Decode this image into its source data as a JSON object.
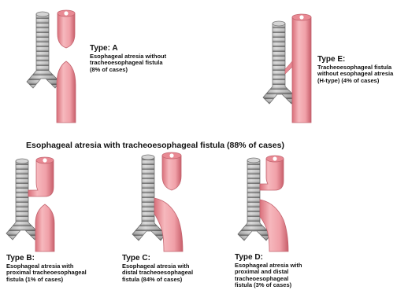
{
  "header": "Esophageal atresia with tracheoesophageal fistula (88% of cases)",
  "types": {
    "a": {
      "title": "Type: A",
      "desc": "Esophageal atresia without\ntracheoesophageal fistula\n(8% of cases)"
    },
    "e": {
      "title": "Type E:",
      "desc": "Tracheoesophageal fistula\nwithout esophageal atresia\n(H-type) (4% of cases)"
    },
    "b": {
      "title": "Type B:",
      "desc": "Esophageal atresia with\nproximal tracheoesophageal\nfistula (1% of cases)"
    },
    "c": {
      "title": "Type C:",
      "desc": "Esophageal atresia with\ndistal tracheoesophageal\nfistula (84% of cases)"
    },
    "d": {
      "title": "Type D:",
      "desc": "Esophageal atresia with\nproximal and distal\ntracheoesophageal\nfistula (3% of cases)"
    }
  },
  "colors": {
    "trachea": "#a9a9a9",
    "trachea_dark": "#6f6f6f",
    "esophagus": "#f0a3aa",
    "esophagus_dark": "#cf6772",
    "lumen": "#ffffff"
  }
}
